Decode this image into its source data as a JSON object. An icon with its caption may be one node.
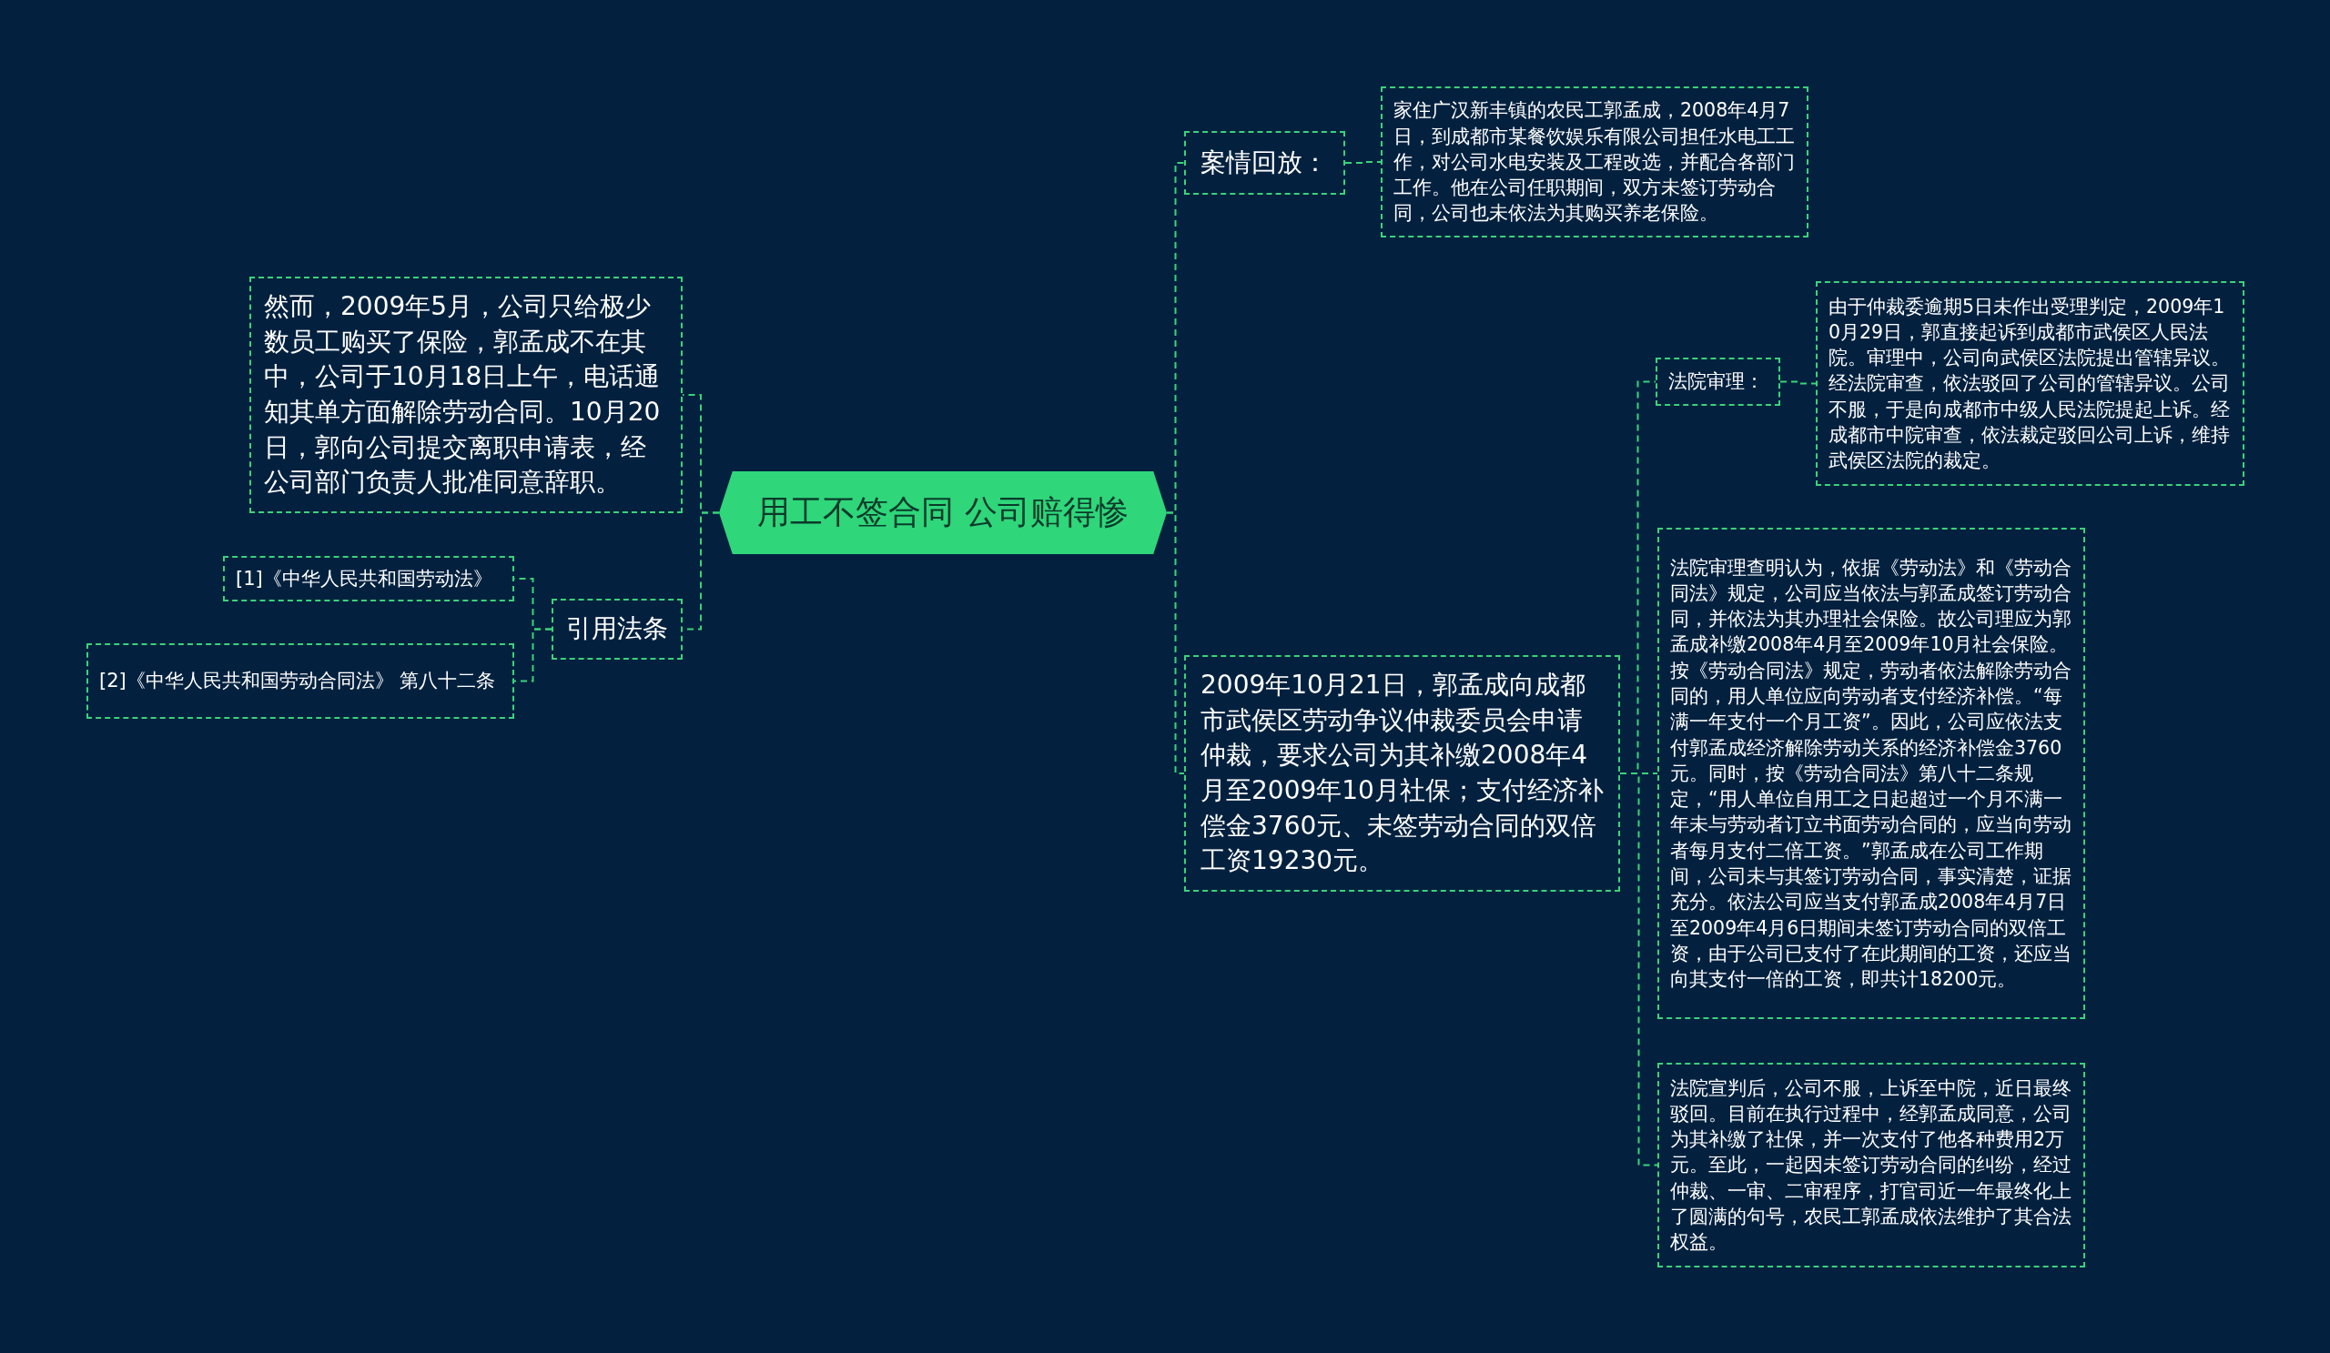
{
  "diagram": {
    "nodes": [
      {
        "text": [
          "用工不签合同 公司赔得惨"
        ]
      },
      {
        "text": [
          "案情回放："
        ]
      },
      {
        "text": [
          "家住广汉新丰镇的农民工郭孟成，2008年4月7日，到成都市某餐饮娱乐有限公司担任水电工工作，对公司水电安装及工程改选，并配合各部门工作。他在公司任职期间，双方未签订劳动合同，公司也未依法为其购买养老保险。"
        ]
      },
      {
        "text": [
          "2009年10月21日，郭孟成向成都市武侯区劳动争议仲裁委员会申请仲裁，要求公司为其补缴2008年4月至2009年10月社保；支付经济补偿金3760元、未签劳动合同的双倍工资19230元。"
        ]
      },
      {
        "text": [
          "法院审理："
        ]
      },
      {
        "text": [
          "由于仲裁委逾期5日未作出受理判定，2009年10月29日，郭直接起诉到成都市武侯区人民法院。审理中，公司向武侯区法院提出管辖异议。经法院审查，依法驳回了公司的管辖异议。公司不服，于是向成都市中级人民法院提起上诉。经成都市中院审查，依法裁定驳回公司上诉，维持武侯区法院的裁定。"
        ]
      },
      {
        "text": [
          "法院审理查明认为，依据《劳动法》和《劳动合同法》规定，公司应当依法与郭孟成签订劳动合同，并依法为其办理社会保险。故公司理应为郭孟成补缴2008年4月至2009年10月社会保险。按《劳动合同法》规定，劳动者依法解除劳动合同的，用人单位应向劳动者支付经济补偿。“每满一年支付一个月工资”。因此，公司应依法支付郭孟成经济解除劳动关系的经济补偿金3760元。同时，按《劳动合同法》第八十二条规定，“用人单位自用工之日起超过一个月不满一年未与劳动者订立书面劳动合同的，应当向劳动者每月支付二倍工资。”郭孟成在公司工作期间，公司未与其签订劳动合同，事实清楚，证据充分。依法公司应当支付郭孟成2008年4月7日至2009年4月6日期间未签订劳动合同的双倍工资，由于公司已支付了在此期间的工资，还应当向其支付一倍的工资，即共计18200元。"
        ]
      },
      {
        "text": [
          "法院宣判后，公司不服，上诉至中院，近日最终驳回。目前在执行过程中，经郭孟成同意，公司为其补缴了社保，并一次支付了他各种费用2万元。至此，一起因未签订劳动合同的纠纷，经过仲裁、一审、二审程序，打官司近一年最终化上了圆满的句号，农民工郭孟成依法维护了其合法权益。"
        ]
      },
      {
        "text": [
          "然而，2009年5月，公司只给极少数员工购买了保险，郭孟成不在其中，公司于10月18日上午，电话通知其单方面解除劳动合同。10月20日，郭向公司提交离职申请表，经公司部门负责人批准同意辞职。"
        ]
      },
      {
        "text": [
          "引用法条"
        ]
      },
      {
        "text": [
          "[1]《中华人民共和国劳动法》"
        ]
      },
      {
        "text": [
          "[2]《中华人民共和国劳动合同法》 第八十二条"
        ]
      }
    ],
    "edges": [
      {
        "from": 0,
        "to": 1,
        "arrow": "none"
      },
      {
        "from": 1,
        "to": 2,
        "arrow": "none"
      },
      {
        "from": 0,
        "to": 3,
        "arrow": "none"
      },
      {
        "from": 3,
        "to": 4,
        "arrow": "none"
      },
      {
        "from": 4,
        "to": 5,
        "arrow": "none"
      },
      {
        "from": 3,
        "to": 6,
        "arrow": "none"
      },
      {
        "from": 3,
        "to": 7,
        "arrow": "none"
      },
      {
        "from": 0,
        "to": 8,
        "arrow": "none"
      },
      {
        "from": 0,
        "to": 9,
        "arrow": "none"
      },
      {
        "from": 9,
        "to": 10,
        "arrow": "none"
      },
      {
        "from": 9,
        "to": 11,
        "arrow": "none"
      }
    ]
  }
}
